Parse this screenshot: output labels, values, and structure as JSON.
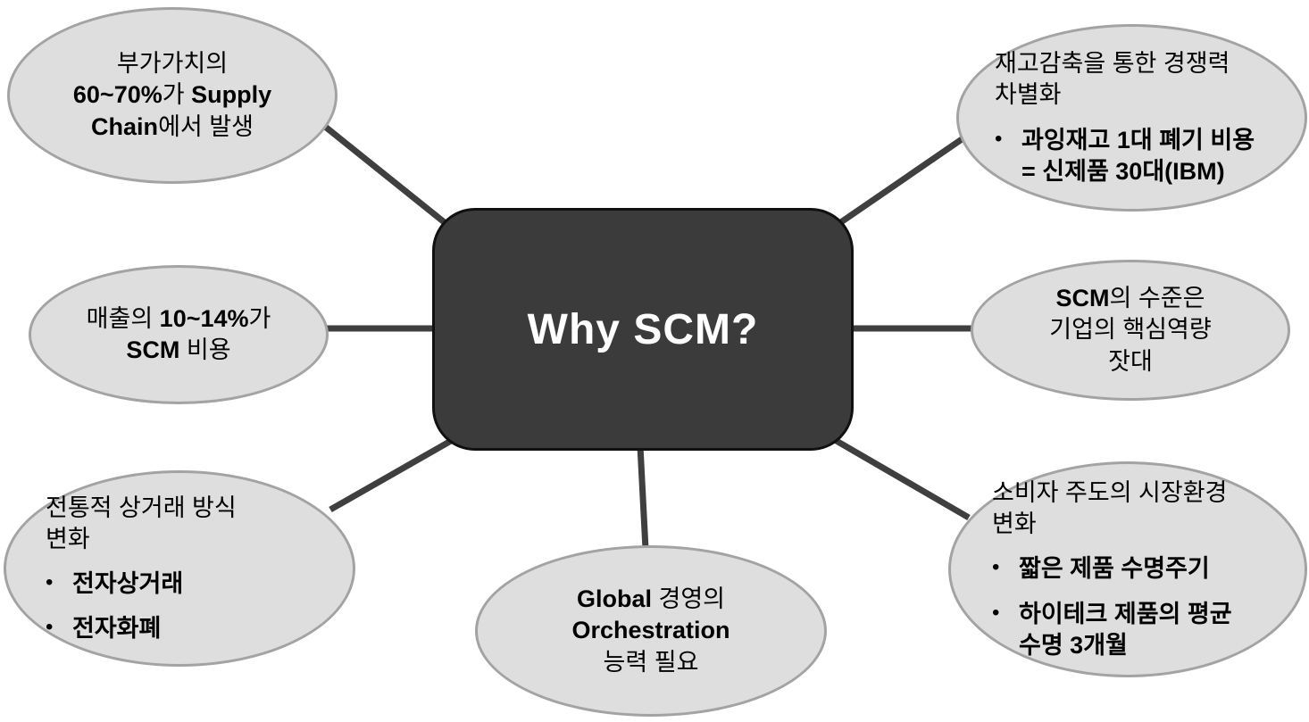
{
  "diagram": {
    "type": "mind-map",
    "center": {
      "label": "Why SCM?"
    },
    "bullet_glyph": "•",
    "colors": {
      "background": "#ffffff",
      "node_fill": "#dedede",
      "node_border": "#a3a3a3",
      "center_fill": "#3b3b3b",
      "center_border": "#101010",
      "center_text": "#ffffff",
      "connector": "#3f3f3f",
      "text": "#000000"
    },
    "nodes": [
      {
        "id": "value-added",
        "align": "center",
        "title": [
          [
            {
              "t": "부가가치의",
              "b": false
            }
          ],
          [
            {
              "t": "60~70%",
              "b": true
            },
            {
              "t": "가 ",
              "b": false
            },
            {
              "t": "Supply",
              "b": true
            }
          ],
          [
            {
              "t": "Chain",
              "b": true
            },
            {
              "t": "에서 발생",
              "b": false
            }
          ]
        ],
        "bullets": []
      },
      {
        "id": "scm-cost",
        "align": "center",
        "title": [
          [
            {
              "t": "매출의 ",
              "b": false
            },
            {
              "t": "10~14%",
              "b": true
            },
            {
              "t": "가",
              "b": false
            }
          ],
          [
            {
              "t": "SCM",
              "b": true
            },
            {
              "t": " 비용",
              "b": false
            }
          ]
        ],
        "bullets": []
      },
      {
        "id": "commerce-change",
        "align": "left",
        "title": [
          [
            {
              "t": "전통적 상거래 방식",
              "b": false
            }
          ],
          [
            {
              "t": "변화",
              "b": false
            }
          ]
        ],
        "bullets": [
          {
            "lines": [
              [
                {
                  "t": "전자상거래",
                  "b": true
                }
              ]
            ]
          },
          {
            "lines": [
              [
                {
                  "t": "전자화폐",
                  "b": true
                }
              ]
            ]
          }
        ]
      },
      {
        "id": "global-orchestration",
        "align": "center",
        "title": [
          [
            {
              "t": "Global",
              "b": true
            },
            {
              "t": " 경영의",
              "b": false
            }
          ],
          [
            {
              "t": "Orchestration",
              "b": true
            }
          ],
          [
            {
              "t": "능력 필요",
              "b": false
            }
          ]
        ],
        "bullets": []
      },
      {
        "id": "inventory-reduction",
        "align": "left",
        "title": [
          [
            {
              "t": "재고감축을 통한 경쟁력",
              "b": false
            }
          ],
          [
            {
              "t": "차별화",
              "b": false
            }
          ]
        ],
        "bullets": [
          {
            "lines": [
              [
                {
                  "t": "과잉재고 1대 폐기 비용",
                  "b": true
                }
              ],
              [
                {
                  "t": "= 신제품 30대(IBM)",
                  "b": true
                }
              ]
            ]
          }
        ]
      },
      {
        "id": "scm-level",
        "align": "center",
        "title": [
          [
            {
              "t": "SCM",
              "b": true
            },
            {
              "t": "의 수준은",
              "b": false
            }
          ],
          [
            {
              "t": "기업의 핵심역량",
              "b": false
            }
          ],
          [
            {
              "t": "잣대",
              "b": false
            }
          ]
        ],
        "bullets": []
      },
      {
        "id": "consumer-market",
        "align": "left",
        "title": [
          [
            {
              "t": "소비자 주도의 시장환경",
              "b": false
            }
          ],
          [
            {
              "t": "변화",
              "b": false
            }
          ]
        ],
        "bullets": [
          {
            "lines": [
              [
                {
                  "t": "짧은 제품 수명주기",
                  "b": true
                }
              ]
            ]
          },
          {
            "lines": [
              [
                {
                  "t": "하이테크 제품의 평균",
                  "b": true
                }
              ],
              [
                {
                  "t": "수명 3개월",
                  "b": true
                }
              ]
            ]
          }
        ]
      }
    ]
  }
}
